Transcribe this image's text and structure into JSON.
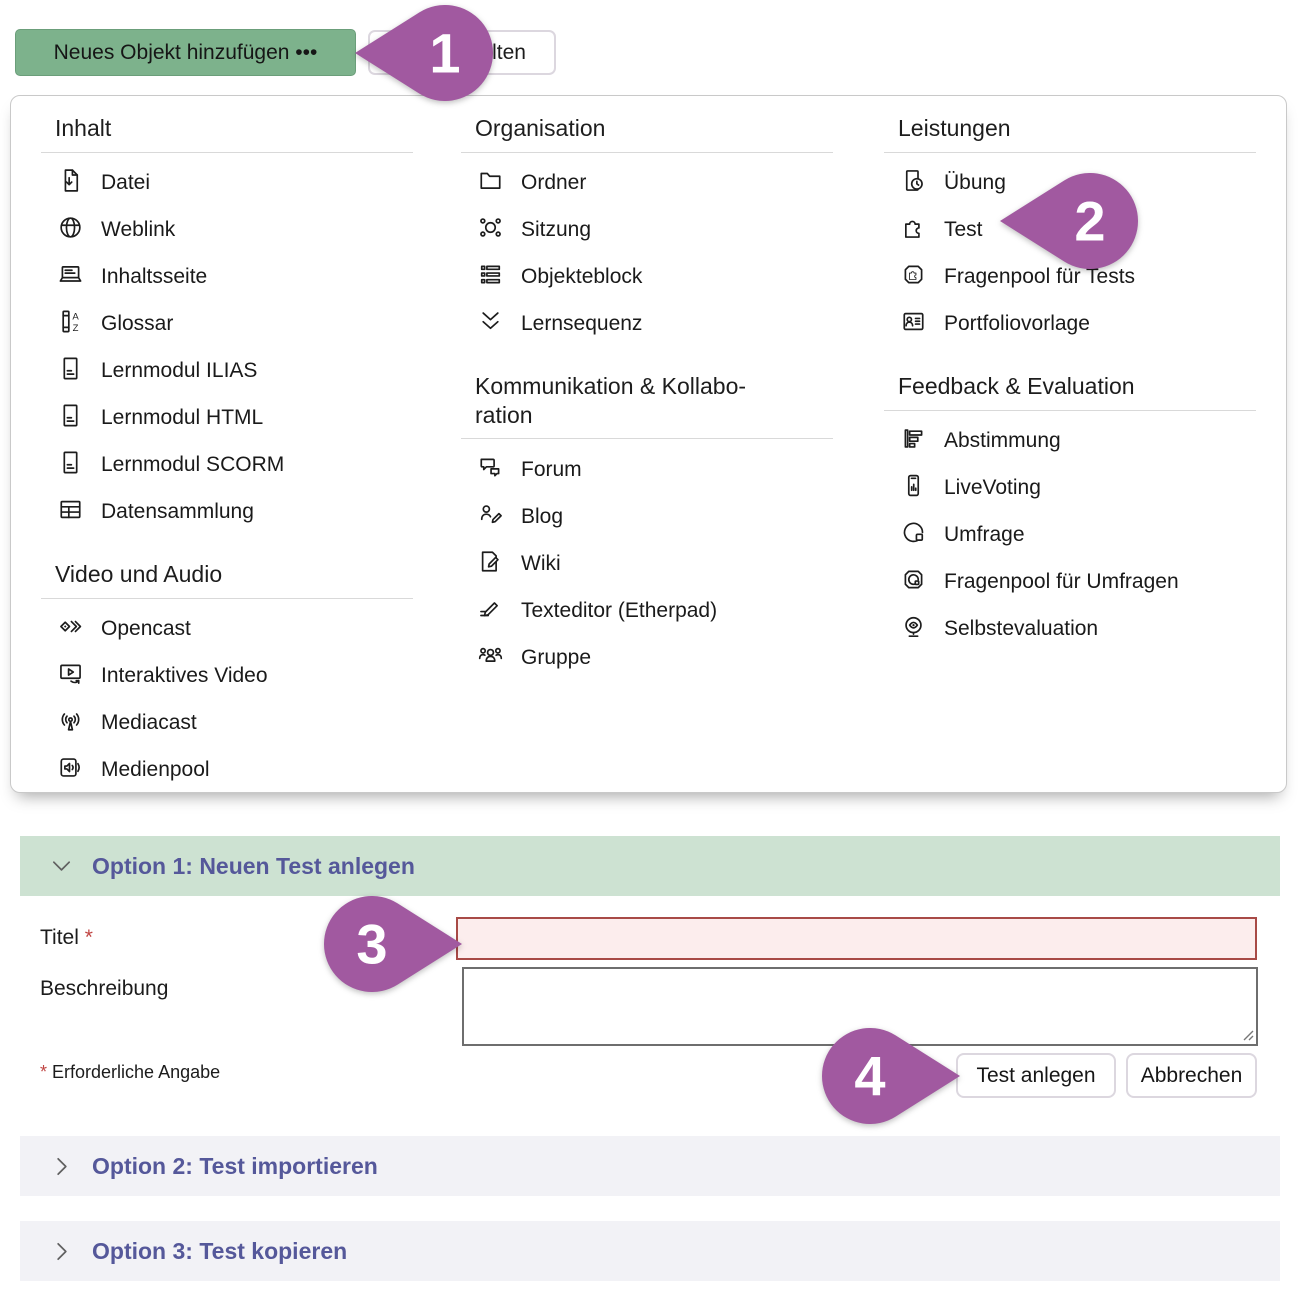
{
  "toolbar": {
    "add_object_label": "Neues Objekt hinzufügen •••",
    "secondary_button_visible_text": "alten"
  },
  "menu": {
    "columns": [
      {
        "sections": [
          {
            "title": "Inhalt",
            "items": [
              {
                "icon": "file-icon",
                "label": "Datei"
              },
              {
                "icon": "weblink-icon",
                "label": "Weblink"
              },
              {
                "icon": "content-page-icon",
                "label": "Inhaltsseite"
              },
              {
                "icon": "glossary-icon",
                "label": "Glossar"
              },
              {
                "icon": "learning-module-icon",
                "label": "Lernmodul ILIAS"
              },
              {
                "icon": "learning-module-icon",
                "label": "Lernmodul HTML"
              },
              {
                "icon": "learning-module-icon",
                "label": "Lernmodul SCORM"
              },
              {
                "icon": "data-collection-icon",
                "label": "Datensammlung"
              }
            ]
          },
          {
            "title": "Video und Audio",
            "items": [
              {
                "icon": "opencast-icon",
                "label": "Opencast"
              },
              {
                "icon": "interactive-video-icon",
                "label": "Interaktives Video"
              },
              {
                "icon": "mediacast-icon",
                "label": "Mediacast"
              },
              {
                "icon": "media-pool-icon",
                "label": "Medienpool"
              }
            ]
          }
        ]
      },
      {
        "sections": [
          {
            "title": "Organisation",
            "items": [
              {
                "icon": "folder-icon",
                "label": "Ordner"
              },
              {
                "icon": "session-icon",
                "label": "Sitzung"
              },
              {
                "icon": "object-block-icon",
                "label": "Objekteblock"
              },
              {
                "icon": "learning-sequence-icon",
                "label": "Lernsequenz"
              }
            ]
          },
          {
            "title": "Kommunikation & Kollabo­ration",
            "items": [
              {
                "icon": "forum-icon",
                "label": "Forum"
              },
              {
                "icon": "blog-icon",
                "label": "Blog"
              },
              {
                "icon": "wiki-icon",
                "label": "Wiki"
              },
              {
                "icon": "text-editor-icon",
                "label": "Texteditor (Etherpad)"
              },
              {
                "icon": "group-icon",
                "label": "Gruppe"
              }
            ]
          }
        ]
      },
      {
        "sections": [
          {
            "title": "Leistungen",
            "items": [
              {
                "icon": "exercise-icon",
                "label": "Übung"
              },
              {
                "icon": "test-icon",
                "label": "Test"
              },
              {
                "icon": "question-pool-test-icon",
                "label": "Fragenpool für Tests"
              },
              {
                "icon": "portfolio-template-icon",
                "label": "Portfoliovorlage"
              }
            ]
          },
          {
            "title": "Feedback & Evaluation",
            "items": [
              {
                "icon": "poll-icon",
                "label": "Abstimmung"
              },
              {
                "icon": "live-voting-icon",
                "label": "LiveVoting"
              },
              {
                "icon": "survey-icon",
                "label": "Umfrage"
              },
              {
                "icon": "question-pool-survey-icon",
                "label": "Fragenpool für Umfragen"
              },
              {
                "icon": "self-evaluation-icon",
                "label": "Selbstevaluation"
              }
            ]
          }
        ]
      }
    ]
  },
  "callouts": {
    "c1": "1",
    "c2": "2",
    "c3": "3",
    "c4": "4"
  },
  "form": {
    "option1_title": "Option 1: Neuen Test anlegen",
    "title_label": "Titel",
    "required_marker": "*",
    "title_value": "",
    "description_label": "Beschreibung",
    "description_value": "",
    "required_note": "Erforderliche Angabe",
    "create_button_label": "Test anlegen",
    "cancel_button_label": "Abbrechen",
    "option2_title": "Option 2: Test importieren",
    "option3_title": "Option 3: Test kopieren"
  },
  "colors": {
    "primary_button_green": "#7db28c",
    "option1_header_green": "#cde2d2",
    "collapsed_header_gray": "#f2f2f6",
    "accordion_text_purple": "#55589a",
    "callout_purple": "#a159a0",
    "error_border_red": "#a84a46",
    "error_fill_pink": "#fceded",
    "required_red": "#c04543"
  }
}
